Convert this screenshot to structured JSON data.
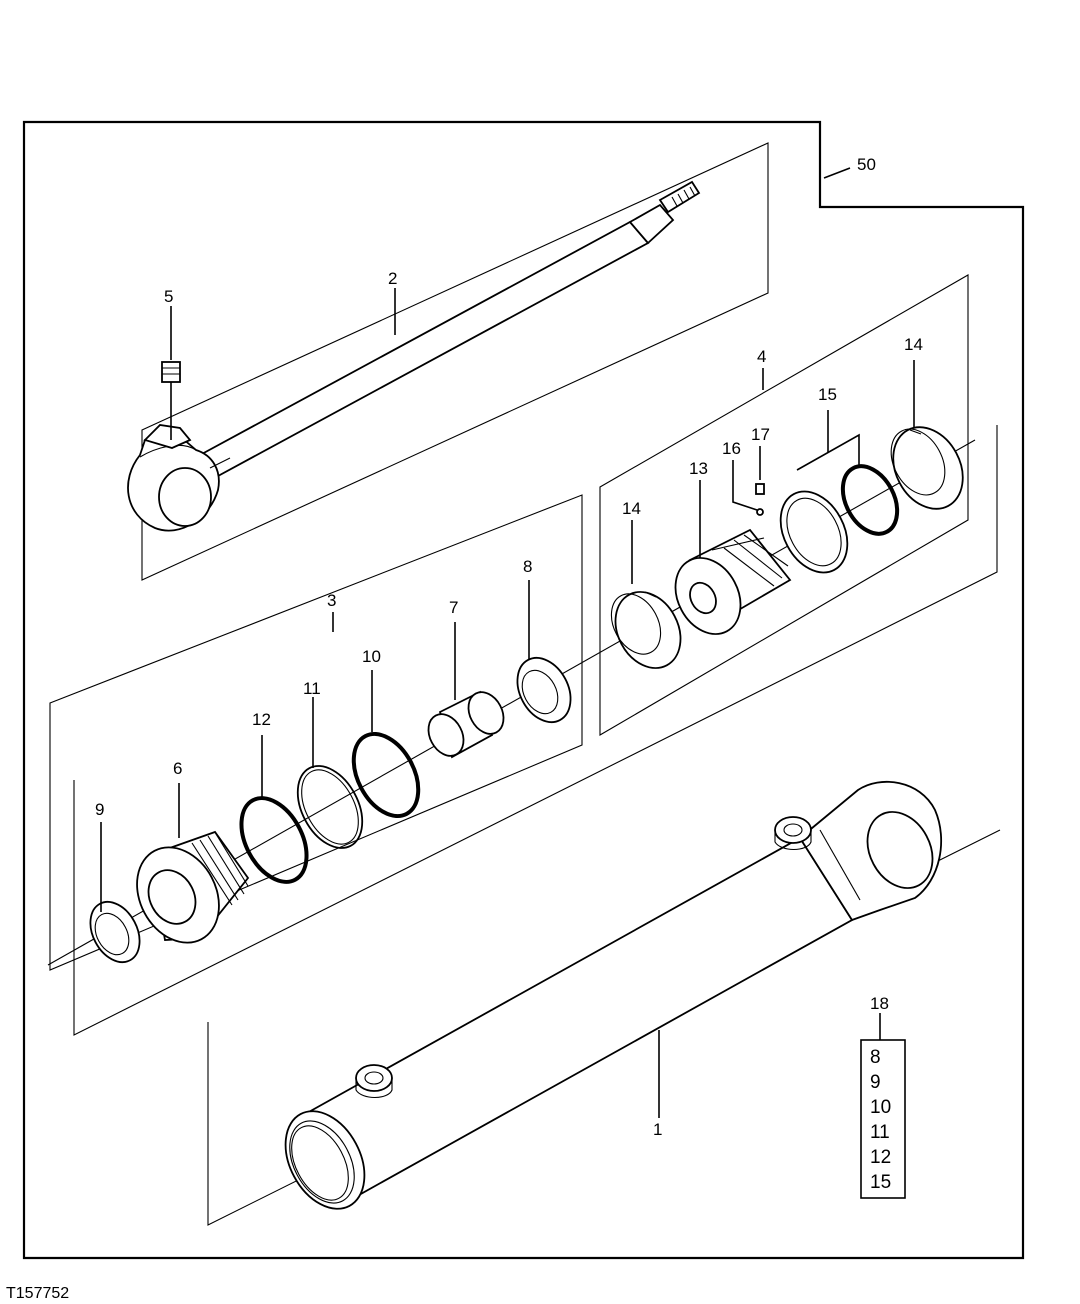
{
  "figure_id": "T157752",
  "callouts": {
    "c1": "1",
    "c2": "2",
    "c3": "3",
    "c4": "4",
    "c5": "5",
    "c6": "6",
    "c7": "7",
    "c8": "8",
    "c9": "9",
    "c10": "10",
    "c11": "11",
    "c12": "12",
    "c13": "13",
    "c14a": "14",
    "c14b": "14",
    "c15": "15",
    "c16": "16",
    "c17": "17",
    "c50": "50"
  },
  "seal_kit": {
    "number": "18",
    "items": [
      "8",
      "9",
      "10",
      "11",
      "12",
      "15"
    ]
  }
}
